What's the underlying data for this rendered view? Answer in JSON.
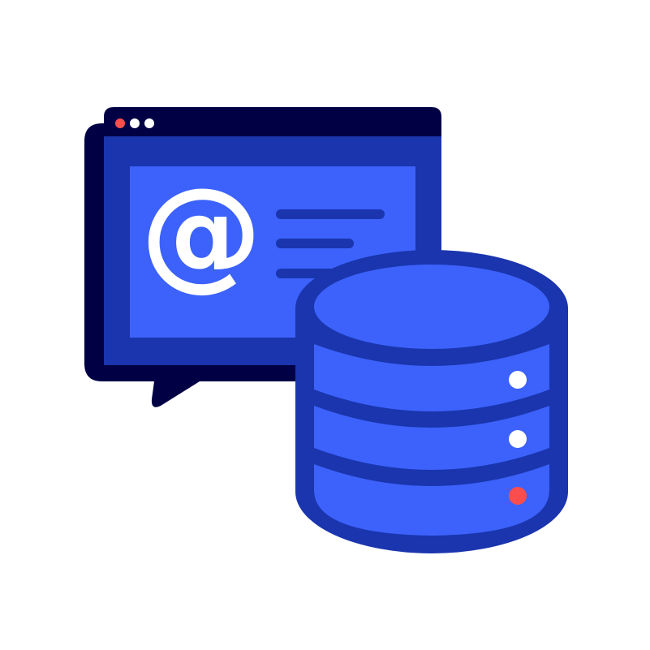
{
  "illustration": {
    "email_symbol": "@",
    "icons": {
      "browser_window": "email-window-icon",
      "database": "database-icon"
    },
    "colors": {
      "background": "#ffffff",
      "navy": "#020045",
      "royal_blue": "#1a35ad",
      "bright_blue": "#3c62fb",
      "white": "#ffffff",
      "red": "#fb4d4d"
    },
    "window_dots": [
      "red",
      "white",
      "white"
    ],
    "server_leds": [
      "white",
      "white",
      "red"
    ]
  }
}
